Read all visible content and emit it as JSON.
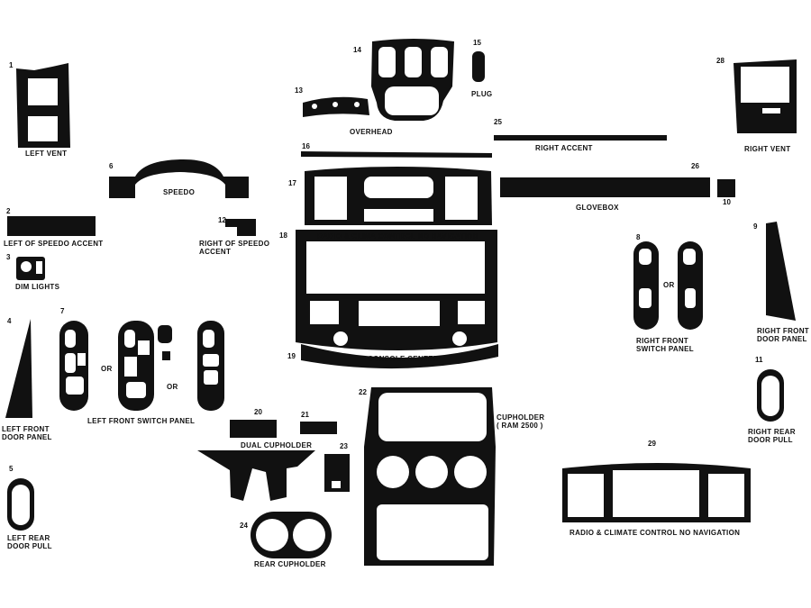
{
  "diagram": {
    "parts": [
      {
        "n": "1",
        "label": "LEFT VENT"
      },
      {
        "n": "2",
        "label": "LEFT OF SPEEDO ACCENT"
      },
      {
        "n": "3",
        "label": "DIM LIGHTS"
      },
      {
        "n": "4",
        "label": "LEFT FRONT\nDOOR PANEL"
      },
      {
        "n": "5",
        "label": "LEFT REAR\nDOOR PULL"
      },
      {
        "n": "6",
        "label": "SPEEDO"
      },
      {
        "n": "7",
        "label": "LEFT FRONT SWITCH PANEL"
      },
      {
        "n": "8",
        "label": "RIGHT FRONT\nSWITCH PANEL"
      },
      {
        "n": "9",
        "label": "RIGHT FRONT\nDOOR PANEL"
      },
      {
        "n": "10",
        "label": "GLOVEBOX"
      },
      {
        "n": "11",
        "label": "RIGHT REAR\nDOOR PULL"
      },
      {
        "n": "12",
        "label": "RIGHT OF SPEEDO\nACCENT"
      },
      {
        "n": "13",
        "label": ""
      },
      {
        "n": "14",
        "label": "OVERHEAD"
      },
      {
        "n": "15",
        "label": "PLUG"
      },
      {
        "n": "16",
        "label": ""
      },
      {
        "n": "17",
        "label": "RADIO & CLIMA CONTROL NO NAVIGATION"
      },
      {
        "n": "18",
        "label": ""
      },
      {
        "n": "19",
        "label": "CONSOLE CENTER"
      },
      {
        "n": "20",
        "label": ""
      },
      {
        "n": "21",
        "label": "DUAL CUPHOLDER"
      },
      {
        "n": "22",
        "label": "CUPHOLDER\n( RAM 2500 )"
      },
      {
        "n": "23",
        "label": ""
      },
      {
        "n": "24",
        "label": "REAR CUPHOLDER"
      },
      {
        "n": "25",
        "label": "RIGHT ACCENT"
      },
      {
        "n": "26",
        "label": ""
      },
      {
        "n": "28",
        "label": "RIGHT VENT"
      },
      {
        "n": "29",
        "label": "RADIO & CLIMATE CONTROL NO NAVIGATION"
      }
    ],
    "or_word": "OR"
  }
}
